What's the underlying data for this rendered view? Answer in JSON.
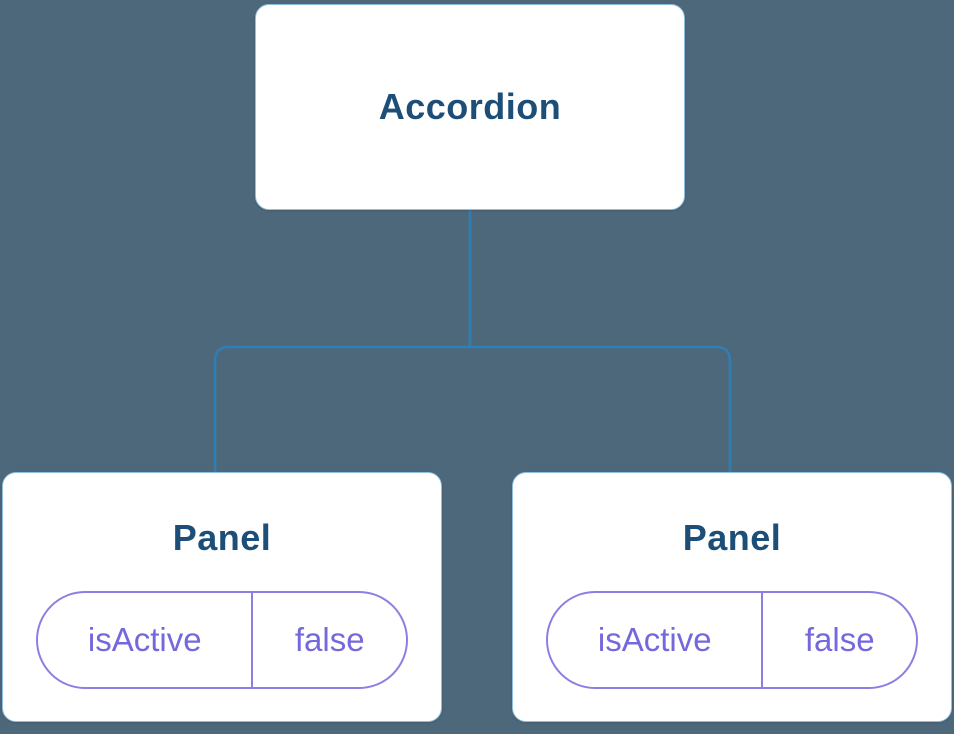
{
  "diagram": {
    "type": "component-tree",
    "root": {
      "label": "Accordion"
    },
    "children": [
      {
        "label": "Panel",
        "state": {
          "key": "isActive",
          "value": "false"
        }
      },
      {
        "label": "Panel",
        "state": {
          "key": "isActive",
          "value": "false"
        }
      }
    ],
    "colors": {
      "background": "#4d687a",
      "node_fill": "#ffffff",
      "node_border": "#8fc0dd",
      "node_text": "#1d4e78",
      "connector": "#2f7fb7",
      "state_accent": "#7468dd"
    }
  }
}
